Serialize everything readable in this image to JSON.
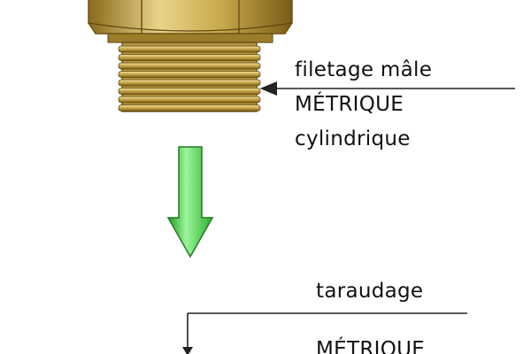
{
  "top_callout": {
    "line1": "filetage mâle",
    "line2": "MÉTRIQUE",
    "line3": "cylindrique"
  },
  "bottom_callout": {
    "line1": "taraudage",
    "line2": "MÉTRIQUE"
  },
  "colors": {
    "brass_light": "#e8d48a",
    "brass_mid": "#c9a94a",
    "brass_dark": "#8a6a1c",
    "arrow_green_light": "#9cf59c",
    "arrow_green": "#3ecf3e",
    "arrow_green_dark": "#1f7a1f",
    "leader_line": "#222222",
    "text": "#111111"
  }
}
